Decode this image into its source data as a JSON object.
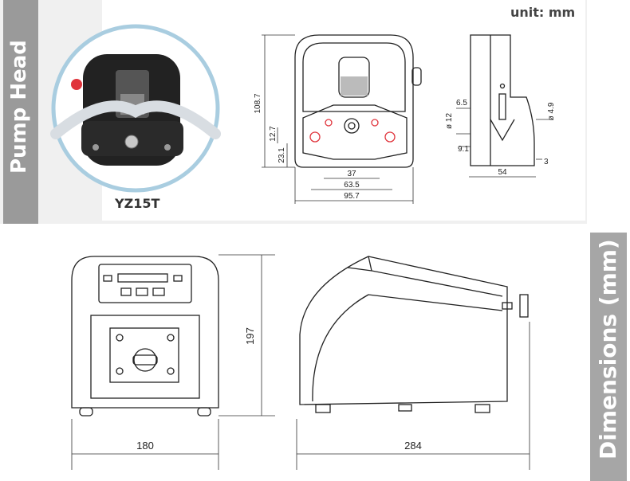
{
  "labels": {
    "pump_head": "Pump Head",
    "dimensions": "Dimensions (mm)",
    "unit": "unit: mm",
    "model": "YZ15T"
  },
  "head_dims": {
    "height": "108.7",
    "d1": "12.7",
    "d2": "23.1",
    "w1": "37",
    "w2": "63.5",
    "w3": "95.7",
    "s1": "6.5",
    "s2": "ø 12",
    "s3": "9.1",
    "s4": "ø 4.9",
    "s5": "3",
    "s6": "54"
  },
  "pump_dims": {
    "height": "197",
    "width": "180",
    "depth": "284"
  },
  "colors": {
    "circle_ring": "#a9cde0",
    "accent_red": "#e0343c",
    "side_tab": "#9a9a9a"
  }
}
